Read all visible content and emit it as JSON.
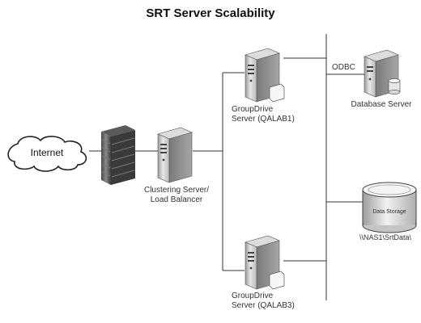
{
  "diagram": {
    "title": "SRT Server Scalability",
    "nodes": {
      "internet": {
        "label": "Internet",
        "icon": "cloud-icon"
      },
      "firewall": {
        "label": "",
        "icon": "firewall-icon"
      },
      "load_balancer": {
        "label_lines": [
          "Clustering Server/",
          "Load Balancer"
        ],
        "icon": "server-tower-icon"
      },
      "groupdrive_1": {
        "label_lines": [
          "GroupDrive",
          "Server (QALAB1)"
        ],
        "icon": "server-tower-icon"
      },
      "groupdrive_3": {
        "label_lines": [
          "GroupDrive",
          "Server (QALAB3)"
        ],
        "icon": "server-tower-icon"
      },
      "database": {
        "label": "Database Server",
        "icon": "database-server-icon"
      },
      "storage": {
        "label": "Data Storage",
        "path": "\\\\NAS1\\SrtData\\",
        "icon": "storage-cylinder-icon"
      }
    },
    "connection_labels": {
      "odbc": "ODBC"
    }
  }
}
